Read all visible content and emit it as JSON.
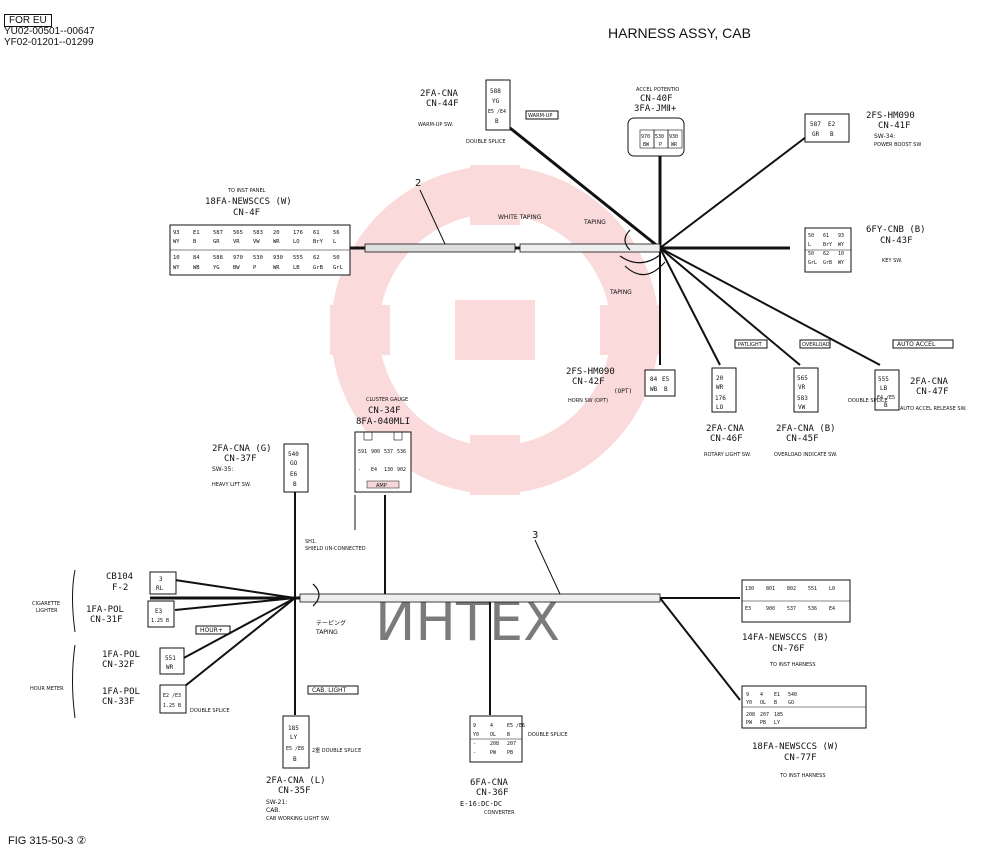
{
  "header": {
    "tag": "FOR EU",
    "serial_1": "YU02-00501--00647",
    "serial_2": "YF02-01201--01299",
    "title": "HARNESS ASSY, CAB",
    "figure": "FIG 315-50-3 ②"
  },
  "watermark": "ИНТЕХ",
  "wire_labels": {
    "w2": "2",
    "w3": "3"
  },
  "tapings": {
    "white_taping": "WHITE TAPING",
    "taping_1": "TAPING",
    "taping_2": "TAPING",
    "taping_jp": "テーピング",
    "taping_3": "TAPING"
  },
  "connectors": {
    "cn44f": {
      "type": "2FA-CNA",
      "id": "CN-44F",
      "desc": "WARM-UP SW.",
      "tag": "WARM-UP",
      "note": "DOUBLE SPLICE",
      "pins": [
        "588",
        "YG",
        "E5 /E4",
        "B"
      ]
    },
    "cn40f": {
      "title": "ACCEL POTENTIO",
      "id": "CN-40F",
      "type": "3FA-JMⅡ+",
      "pins": [
        "970",
        "530",
        "930",
        "BW",
        "P",
        "WR"
      ]
    },
    "cn41f": {
      "type": "2FS-HM090",
      "id": "CN-41F",
      "desc": "SW-34:",
      "desc2": "POWER BOOST SW",
      "pins": [
        "587",
        "E2",
        "GR",
        "B"
      ]
    },
    "cn4f": {
      "title": "TO INST PANEL",
      "type": "18FA-NEWSCCS (W)",
      "id": "CN-4F",
      "row1": [
        "93",
        "E1",
        "587",
        "565",
        "583",
        "20",
        "176",
        "61",
        "56"
      ],
      "row1b": [
        "WY",
        "B",
        "GR",
        "VR",
        "VW",
        "WR",
        "LO",
        "BrY",
        "L"
      ],
      "row2": [
        "10",
        "84",
        "588",
        "970",
        "530",
        "930",
        "555",
        "62",
        "50"
      ],
      "row2b": [
        "WY",
        "WB",
        "YG",
        "BW",
        "P",
        "WR",
        "LB",
        "GrB",
        "GrL"
      ]
    },
    "cn43f": {
      "type": "6FY-CNB (B)",
      "id": "CN-43F",
      "desc": "KEY SW.",
      "pins": [
        "50",
        "61",
        "93",
        "L",
        "BrY",
        "WY",
        "50",
        "62",
        "10",
        "GrL",
        "GrB",
        "WY"
      ]
    },
    "cn42f": {
      "type": "2FS-HM090",
      "id": "CN-42F",
      "opt": "(OPT)",
      "desc": "HORN SW (OPT)",
      "pins": [
        "84",
        "E5",
        "WB",
        "B"
      ]
    },
    "cn46f": {
      "type": "2FA-CNA",
      "id": "CN-46F",
      "desc": "ROTARY LIGHT SW.",
      "tag": "PATLIGHT",
      "pins": [
        "20",
        "WR",
        "176",
        "LO"
      ]
    },
    "cn45f": {
      "type": "2FA-CNA (B)",
      "id": "CN-45F",
      "desc": "OVERLOAD INDICATE SW.",
      "tag": "OVERLOAD",
      "pins": [
        "565",
        "VR",
        "583",
        "VW"
      ]
    },
    "cn47f": {
      "type": "2FA-CNA",
      "id": "CN-47F",
      "desc": "AUTO ACCEL RELEASE SW.",
      "tag": "AUTO ACCEL",
      "note": "DOUBLE SPLICE",
      "pins": [
        "555",
        "LB",
        "E4 /E5",
        "B"
      ]
    },
    "cn34f": {
      "title": "CLUSTER GAUGE",
      "id": "CN-34F",
      "type": "8FA-040MLI",
      "amp": "AMP",
      "pins": [
        "591",
        "900",
        "537",
        "536",
        "-",
        "E4",
        "130",
        "902"
      ]
    },
    "cn37f": {
      "type": "2FA-CNA (G)",
      "id": "CN-37F",
      "desc": "SW-35:",
      "desc2": "HEAVY LIFT SW.",
      "pins": [
        "540",
        "GO",
        "E6",
        "B"
      ]
    },
    "cb104": {
      "id": "CB104",
      "sub": "F-2",
      "pins": [
        "3",
        "RL"
      ]
    },
    "cn31f": {
      "type": "1FA-POL",
      "id": "CN-31F",
      "pins": [
        "E3",
        "1.25 B"
      ]
    },
    "cn32f": {
      "type": "1FA-POL",
      "id": "CN-32F",
      "tag": "HOUR+",
      "pins": [
        "551",
        "WR"
      ]
    },
    "cn33f": {
      "type": "1FA-POL",
      "id": "CN-33F",
      "note": "DOUBLE SPLICE",
      "pins": [
        "E2 /E3",
        "1.25 B"
      ]
    },
    "cn35f": {
      "type": "2FA-CNA (L)",
      "id": "CN-35F",
      "desc": "SW-21:",
      "desc2": "CAB.",
      "desc3": "CAB WORKING LIGHT SW.",
      "tag": "CAB. LIGHT",
      "note": "2重 DOUBLE SPLICE",
      "pins": [
        "185",
        "LY",
        "E5 /E8",
        "B"
      ]
    },
    "cn36f": {
      "type": "6FA-CNA",
      "id": "CN-36F",
      "desc": "E-16:DC-DC",
      "desc2": "CONVERTER",
      "note": "DOUBLE SPLICE",
      "pins": [
        "9",
        "4",
        "E5 /E6",
        "Y0",
        "OL",
        "B",
        "-",
        "208",
        "207",
        "-",
        "PW",
        "PB"
      ]
    },
    "cn76f": {
      "type": "14FA-NEWSCCS (B)",
      "id": "CN-76F",
      "desc": "TO INST HARNESS",
      "pins": [
        "130",
        "801",
        "802",
        "551",
        "L0",
        "E3",
        "900",
        "537",
        "536",
        "E4"
      ]
    },
    "cn77f": {
      "type": "18FA-NEWSCCS (W)",
      "id": "CN-77F",
      "desc": "TO INST HARNESS",
      "pins": [
        "9",
        "4",
        "E1",
        "540",
        "Y0",
        "OL",
        "B",
        "GO",
        "208",
        "207",
        "185",
        "PW",
        "PB",
        "LY"
      ]
    }
  },
  "side_labels": {
    "cigarette": "CIGARETTE",
    "lighter": "LIGHTER",
    "hour_meter": "HOUR METER",
    "shield": "SH1.",
    "shield2": "SHIELD UN-CONNECTED"
  }
}
